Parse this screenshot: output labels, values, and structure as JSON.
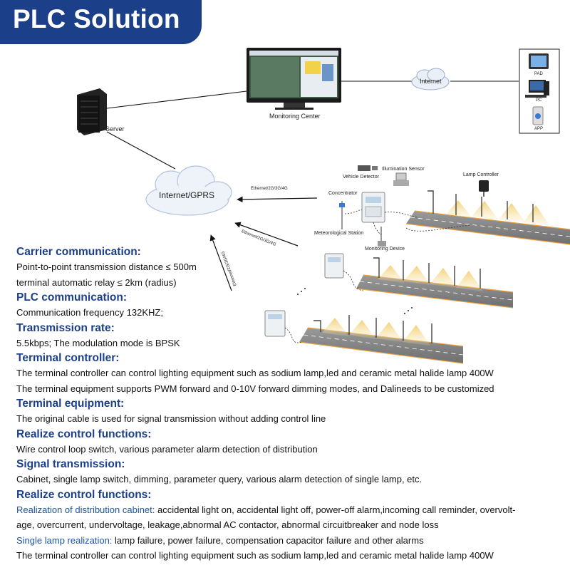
{
  "banner": {
    "title": "PLC Solution"
  },
  "diagram": {
    "server_label": "Server",
    "monitoring_label": "Monitoring Center",
    "internet_label": "Internet",
    "internet_gprs_label": "Internet/GPRS",
    "devices": {
      "pad": "PAD",
      "pc": "PC",
      "app": "APP"
    },
    "link_labels": [
      "Ethernet/2G/3G/4G",
      "Ethernet/2G/3G/4G",
      "Ethernet/2G/3G/4G"
    ],
    "components": {
      "vehicle_detector": "Vehicle Detector",
      "illumination_sensor": "Illumination Sensor",
      "lamp_controller": "Lamp Controller",
      "concentrator": "Concentrator",
      "meteorological_station": "Meteorological Station",
      "monitoring_device": "Monitoring Device"
    }
  },
  "sections": {
    "carrier": {
      "heading": "Carrier communication:",
      "line1": "Point-to-point transmission distance ≤ 500m",
      "line2": "terminal automatic relay ≤ 2km (radius)"
    },
    "plc": {
      "heading": "PLC communication:",
      "line1": "Communication frequency 132KHZ;"
    },
    "rate": {
      "heading": "Transmission rate:",
      "line1": "5.5kbps; The modulation mode is BPSK"
    },
    "terminal_controller": {
      "heading": "Terminal controller:",
      "line1": "The terminal controller can control lighting equipment such as sodium lamp,led and ceramic metal halide lamp 400W",
      "line2": "The terminal equipment supports PWM forward and 0-10V forward dimming modes, and Dalineeds to be customized"
    },
    "terminal_equipment": {
      "heading": "Terminal equipment:",
      "line1": "The original cable is used for signal transmission without adding control line"
    },
    "realize1": {
      "heading": "Realize control functions:",
      "line1": "Wire control loop switch, various parameter alarm detection of distribution"
    },
    "signal": {
      "heading": "Signal transmission:",
      "line1": "Cabinet, single lamp switch, dimming, parameter query, various alarm detection of single lamp, etc."
    },
    "realize2": {
      "heading": "Realize control functions:",
      "cabinet_label": "Realization of distribution cabinet:",
      "cabinet_text": " accidental light on, accidental light off, power-off alarm,incoming call reminder, overvolt-",
      "cabinet_text2": "age, overcurrent, undervoltage, leakage,abnormal AC contactor, abnormal circuitbreaker and node loss",
      "single_label": "Single lamp realization:",
      "single_text": " lamp failure, power failure, compensation capacitor failure and other alarms",
      "last_line": "The terminal controller can control lighting equipment such as sodium lamp,led and ceramic metal halide lamp 400W"
    }
  }
}
